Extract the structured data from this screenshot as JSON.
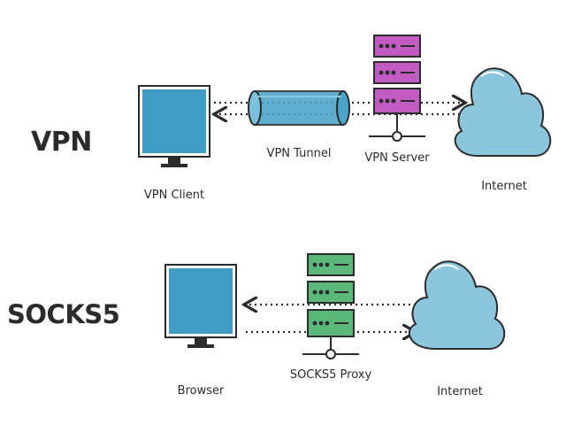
{
  "sections": {
    "vpn": {
      "heading": "VPN",
      "client_label": "VPN Client",
      "tunnel_label": "VPN Tunnel",
      "server_label": "VPN Server",
      "internet_label": "Internet"
    },
    "socks5": {
      "heading": "SOCKS5",
      "browser_label": "Browser",
      "proxy_label": "SOCKS5 Proxy",
      "internet_label": "Internet"
    }
  },
  "colors": {
    "monitor": "#3f9cc4",
    "monitor_outline": "#2b2b2b",
    "tunnel": "#4aa3c8",
    "vpn_server": "#c25cc2",
    "socks_proxy": "#5cb87a",
    "cloud": "#8cc6dc",
    "text": "#2b2b2b"
  },
  "icons": [
    "monitor-icon",
    "tunnel-icon",
    "server-icon",
    "cloud-icon",
    "arrow-icon"
  ]
}
